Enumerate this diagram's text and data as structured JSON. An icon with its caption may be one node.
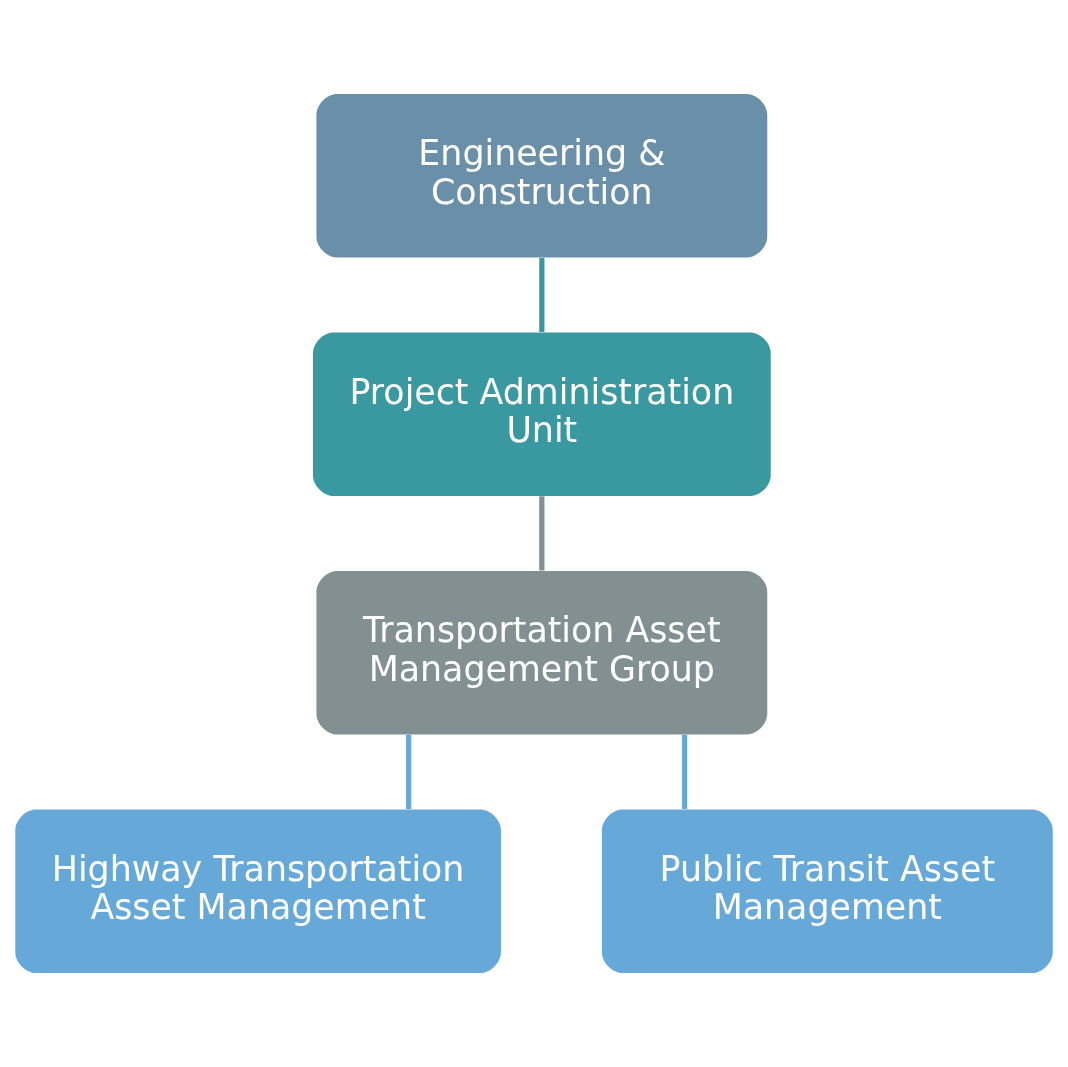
{
  "diagram": {
    "nodes": [
      {
        "text": [
          "Engineering & Construction"
        ]
      },
      {
        "text": [
          "Project Administration Unit"
        ]
      },
      {
        "text": [
          "Transportation Asset Management Group"
        ]
      },
      {
        "text": [
          "Highway Transportation Asset Management"
        ]
      },
      {
        "text": [
          "Public Transit Asset Management"
        ]
      }
    ],
    "edges": [
      {
        "from": 0,
        "to": 1,
        "arrow": "none",
        "color": "#3a98a0"
      },
      {
        "from": 1,
        "to": 2,
        "arrow": "none",
        "color": "#829092"
      },
      {
        "from": 2,
        "to": 3,
        "arrow": "none",
        "color": "#66a8d8"
      },
      {
        "from": 2,
        "to": 4,
        "arrow": "none",
        "color": "#66a8d8"
      }
    ]
  }
}
